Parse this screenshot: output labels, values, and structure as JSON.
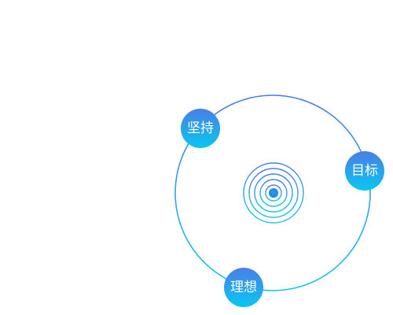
{
  "diagram": {
    "nodes": [
      {
        "label": "坚持",
        "icon": "badge-circle"
      },
      {
        "label": "目标",
        "icon": "badge-circle"
      },
      {
        "label": "理想",
        "icon": "badge-circle"
      }
    ],
    "colors": {
      "ring_top": "#4a7ee6",
      "ring_bottom": "#12c8ea",
      "badge_top": "#4a7ee6",
      "badge_bottom": "#08c7f1",
      "label": "#ffffff"
    },
    "center_icon": "concentric-target-icon"
  }
}
